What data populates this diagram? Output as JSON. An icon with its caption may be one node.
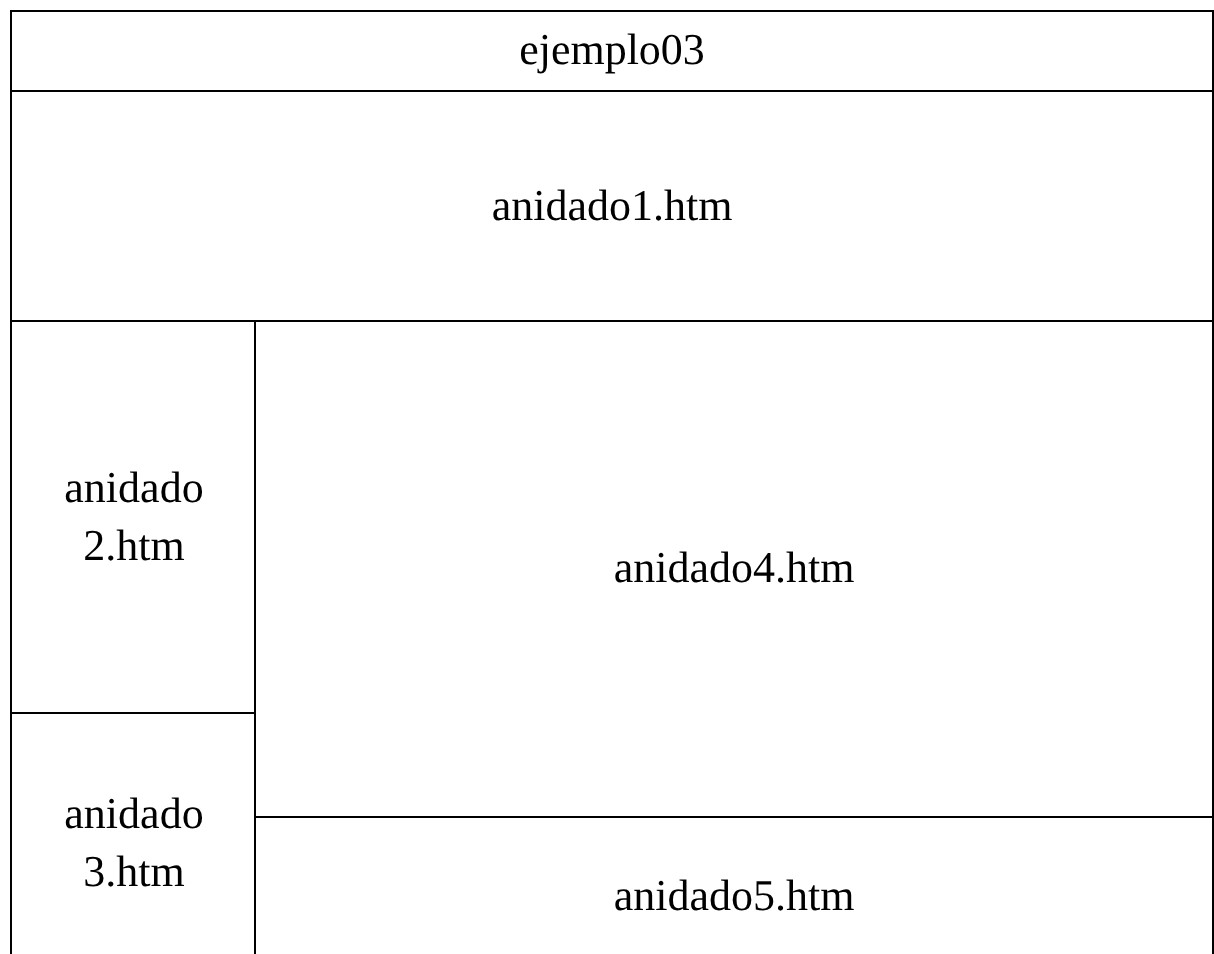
{
  "diagram": {
    "nodes": [
      {
        "text": [
          "ejemplo03"
        ]
      },
      {
        "text": [
          "anidado1.htm"
        ],
        "in": 0
      },
      {
        "text": [
          "anidado 2.htm"
        ],
        "in": 0
      },
      {
        "text": [
          "anidado 3.htm"
        ],
        "in": 0
      },
      {
        "text": [
          "anidado4.htm"
        ],
        "in": 0
      },
      {
        "text": [
          "anidado5.htm"
        ],
        "in": 0
      }
    ]
  }
}
